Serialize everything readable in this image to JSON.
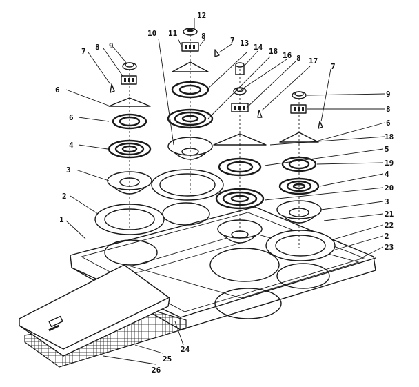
{
  "diagram": {
    "callouts": [
      {
        "id": "c12",
        "text": "12"
      },
      {
        "id": "c11",
        "text": "11"
      },
      {
        "id": "c10",
        "text": "10"
      },
      {
        "id": "c8a",
        "text": "8"
      },
      {
        "id": "c7a",
        "text": "7"
      },
      {
        "id": "c13",
        "text": "13"
      },
      {
        "id": "c14",
        "text": "14"
      },
      {
        "id": "c18a",
        "text": "18"
      },
      {
        "id": "c16",
        "text": "16"
      },
      {
        "id": "c8b",
        "text": "8"
      },
      {
        "id": "c17",
        "text": "17"
      },
      {
        "id": "c7b",
        "text": "7"
      },
      {
        "id": "c7c",
        "text": "7"
      },
      {
        "id": "c8c",
        "text": "8"
      },
      {
        "id": "c9a",
        "text": "9"
      },
      {
        "id": "c6a",
        "text": "6"
      },
      {
        "id": "c6b",
        "text": "6"
      },
      {
        "id": "c4a",
        "text": "4"
      },
      {
        "id": "c3a",
        "text": "3"
      },
      {
        "id": "c2a",
        "text": "2"
      },
      {
        "id": "c1",
        "text": "1"
      },
      {
        "id": "c9b",
        "text": "9"
      },
      {
        "id": "c8d",
        "text": "8"
      },
      {
        "id": "c6c",
        "text": "6"
      },
      {
        "id": "c18b",
        "text": "18"
      },
      {
        "id": "c5",
        "text": "5"
      },
      {
        "id": "c19",
        "text": "19"
      },
      {
        "id": "c4b",
        "text": "4"
      },
      {
        "id": "c20",
        "text": "20"
      },
      {
        "id": "c3b",
        "text": "3"
      },
      {
        "id": "c21",
        "text": "21"
      },
      {
        "id": "c22",
        "text": "22"
      },
      {
        "id": "c2b",
        "text": "2"
      },
      {
        "id": "c23",
        "text": "23"
      },
      {
        "id": "c24",
        "text": "24"
      },
      {
        "id": "c25",
        "text": "25"
      },
      {
        "id": "c26",
        "text": "26"
      }
    ]
  }
}
